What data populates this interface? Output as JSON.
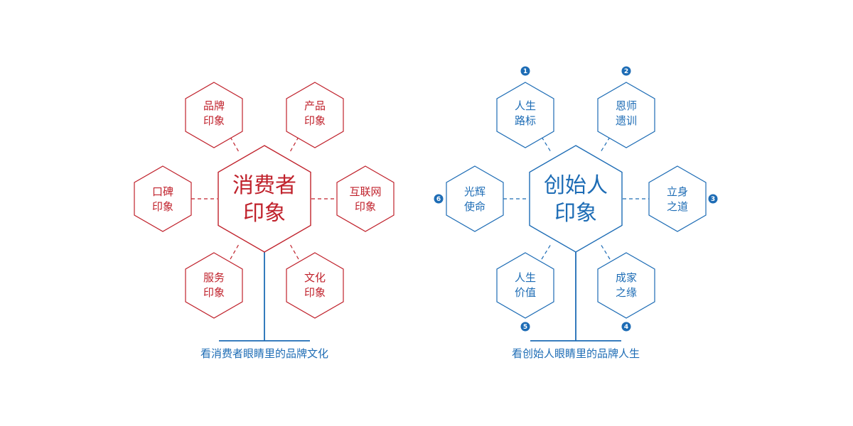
{
  "consumer": {
    "center": [
      "消费者",
      "印象"
    ],
    "nodes": {
      "brand": [
        "品牌",
        "印象"
      ],
      "product": [
        "产品",
        "印象"
      ],
      "word_of_mouth": [
        "口碑",
        "印象"
      ],
      "internet": [
        "互联网",
        "印象"
      ],
      "service": [
        "服务",
        "印象"
      ],
      "culture": [
        "文化",
        "印象"
      ]
    },
    "caption": "看消费者眼睛里的品牌文化"
  },
  "founder": {
    "center": [
      "创始人",
      "印象"
    ],
    "nodes": {
      "life_guide": [
        "人生",
        "路标"
      ],
      "teacher_legacy": [
        "恩师",
        "遗训"
      ],
      "foundation": [
        "立身",
        "之道"
      ],
      "family": [
        "成家",
        "之缘"
      ],
      "life_value": [
        "人生",
        "价值"
      ],
      "mission": [
        "光辉",
        "使命"
      ]
    },
    "badges": {
      "life_guide": "1",
      "teacher_legacy": "2",
      "foundation": "3",
      "family": "4",
      "life_value": "5",
      "mission": "6"
    },
    "caption": "看创始人眼睛里的品牌人生"
  },
  "colors": {
    "consumer": "#c0222c",
    "founder": "#1d6cb5"
  }
}
